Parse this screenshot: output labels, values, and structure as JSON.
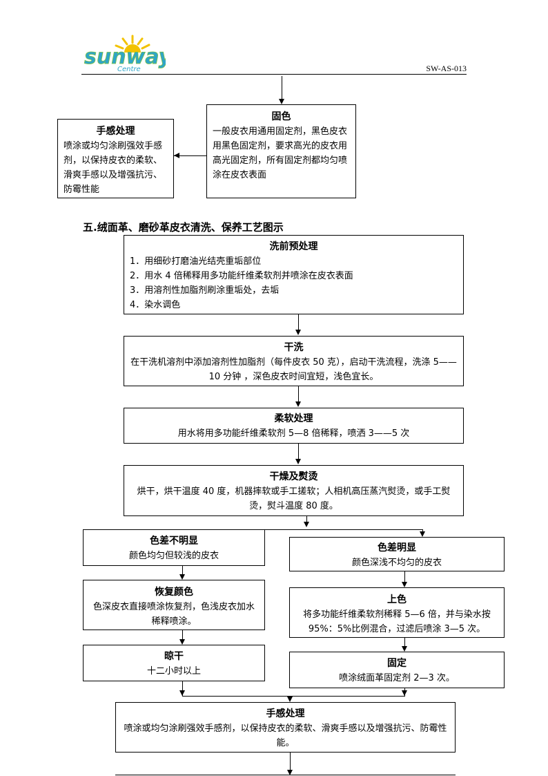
{
  "header": {
    "logo_text": "sunway",
    "logo_subtext": "Centre",
    "doc_code": "SW-AS-013"
  },
  "top": {
    "fix_color": {
      "title": "固色",
      "body": "一般皮衣用通用固定剂，黑色皮衣用黑色固定剂，要求高光的皮衣用高光固定剂，所有固定剂都均匀喷涂在皮衣表面"
    },
    "hand_feel": {
      "title": "手感处理",
      "body": "喷涂或均匀涂刷强效手感剂，以保持皮衣的柔软、滑爽手感以及增强抗污、防霉性能"
    }
  },
  "section_title": "五.绒面革、磨砂革皮衣清洗、保养工艺图示",
  "flow": {
    "pre_wash": {
      "title": "洗前预处理",
      "steps": [
        "1．用细砂打磨油光结壳重垢部位",
        "2．用水 4 倍稀释用多功能纤维柔软剂并喷涂在皮衣表面",
        "3．用溶剂性加脂剂刷涂重垢处，去垢",
        "4．染水调色"
      ]
    },
    "dry_clean": {
      "title": "干洗",
      "body": "在干洗机溶剂中添加溶剂性加脂剂（每件皮衣 50 克），启动干洗流程，洗涤 5——10 分钟 ，深色皮衣时间宜短，浅色宜长。"
    },
    "soften": {
      "title": "柔软处理",
      "body": "用水将用多功能纤维柔软剂 5—8 倍稀释，喷洒 3——5 次"
    },
    "dry_iron": {
      "title": "干燥及熨烫",
      "body": "烘干，烘干温度 40 度，机器摔软或手工搓软；人相机高压蒸汽熨烫，或手工熨烫，熨斗温度 80 度。"
    },
    "left": {
      "minor_diff": {
        "title": "色差不明显",
        "body": "颜色均匀但较浅的皮衣"
      },
      "restore": {
        "title": "恢复颜色",
        "body": "色深皮衣直接喷涂恢复剂，色浅皮衣加水稀释喷涂。"
      },
      "air_dry": {
        "title": "晾干",
        "body": "十二小时以上"
      }
    },
    "right": {
      "major_diff": {
        "title": "色差明显",
        "body": "颜色深浅不均匀的皮衣"
      },
      "coloring": {
        "title": "上色",
        "body": "将多功能纤维柔软剂稀释 5—6 倍，并与染水按 95%：5%比例混合，过滤后喷涂 3—5 次。"
      },
      "fix": {
        "title": "固定",
        "body": "喷涂绒面革固定剂 2—3 次。"
      }
    },
    "final_hand_feel": {
      "title": "手感处理",
      "body": "喷涂或均匀涂刷强效手感剂，以保持皮衣的柔软、滑爽手感以及增强抗污、防霉性能。"
    }
  }
}
